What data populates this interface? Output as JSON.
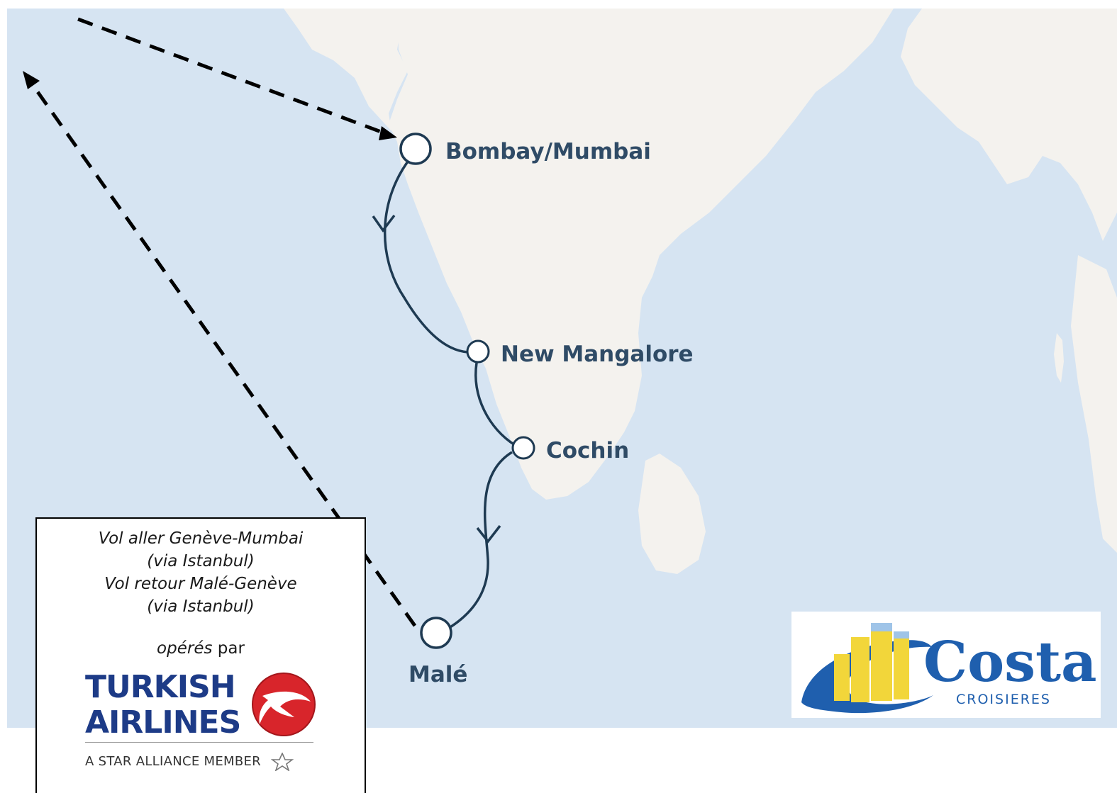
{
  "ports": [
    {
      "name": "Bombay/Mumbai"
    },
    {
      "name": "New Mangalore"
    },
    {
      "name": "Cochin"
    },
    {
      "name": "Malé"
    }
  ],
  "flight_info": {
    "line1": "Vol aller Genève-Mumbai",
    "line2": "(via Istanbul)",
    "line3": "Vol retour Malé-Genève",
    "line4": "(via Istanbul)",
    "operated_italic": "opérés",
    "operated_rest": " par"
  },
  "airline_logo": {
    "word1": "TURKISH",
    "word2": "AIRLINES",
    "tagline": "A STAR ALLIANCE MEMBER"
  },
  "cruise_logo": {
    "word": "Costa",
    "subtitle": "CROISIERES"
  },
  "colors": {
    "sea": "#d6e4f2",
    "land": "#f4f2ee",
    "route": "#1e3a52",
    "label": "#2f4b66",
    "flight_path": "#000000",
    "turkish_red": "#d8252b",
    "turkish_blue": "#1d3b87",
    "costa_blue": "#1f5fae",
    "costa_yellow": "#f2d63a"
  }
}
